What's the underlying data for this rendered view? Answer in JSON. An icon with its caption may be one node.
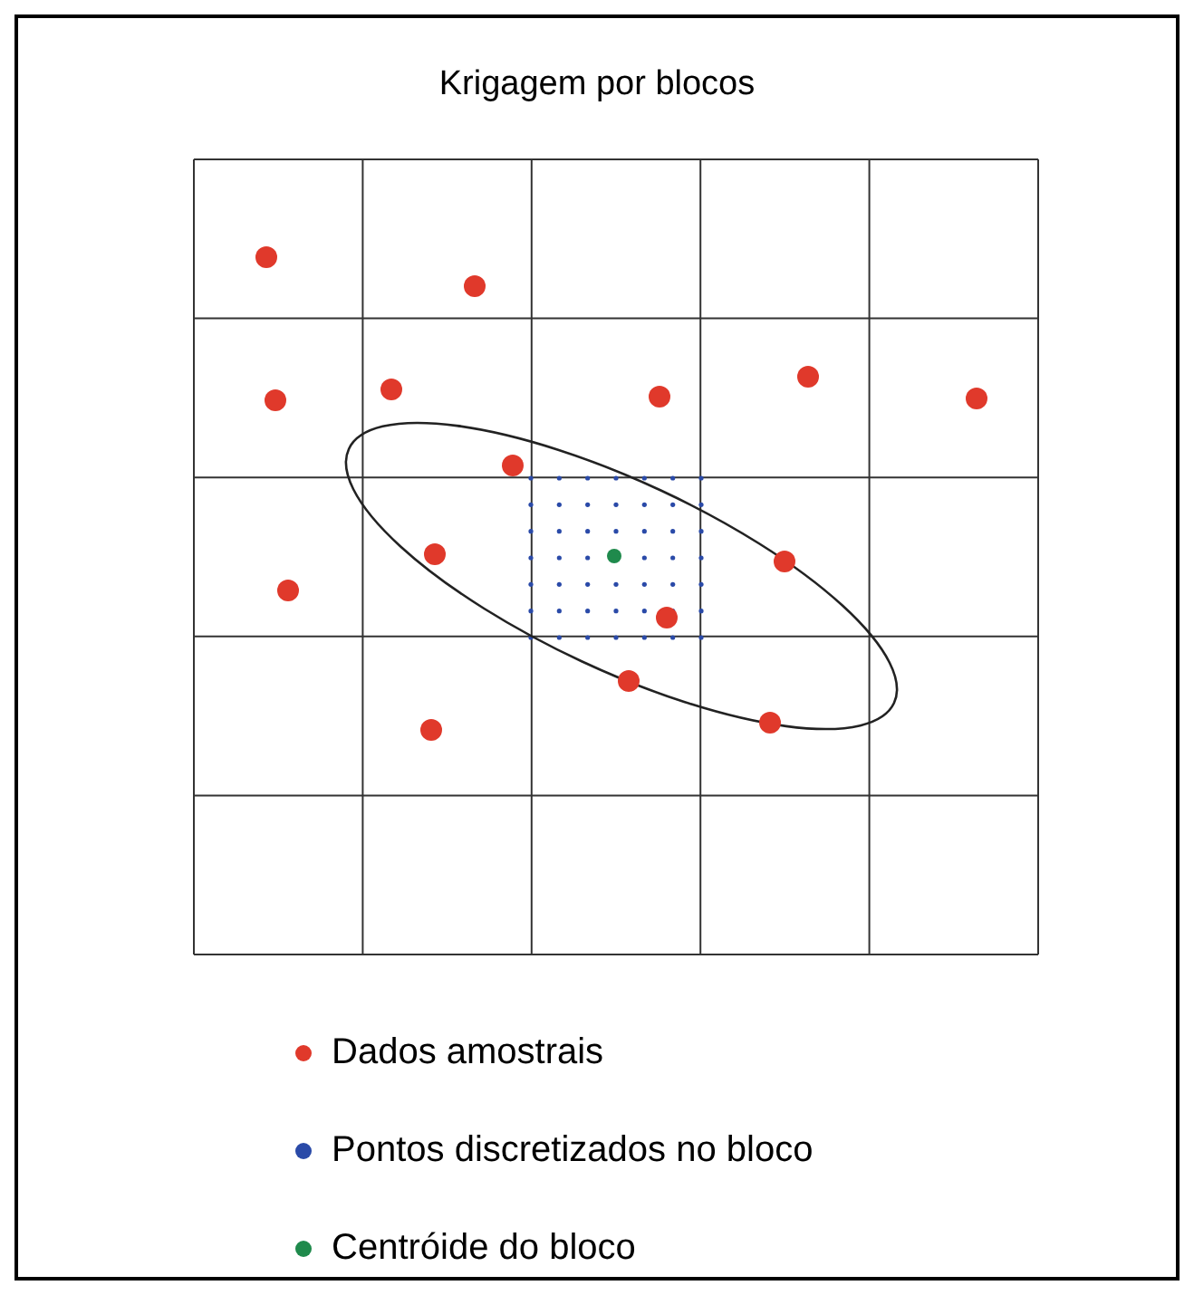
{
  "diagram": {
    "title": "Krigagem por blocos",
    "legend": [
      {
        "text": "Dados amostrais",
        "color": "#e0392b"
      },
      {
        "text": "Pontos discretizados no bloco",
        "color": "#2a4aa8"
      },
      {
        "text": "Centróide do bloco",
        "color": "#1f8a4c"
      }
    ]
  }
}
